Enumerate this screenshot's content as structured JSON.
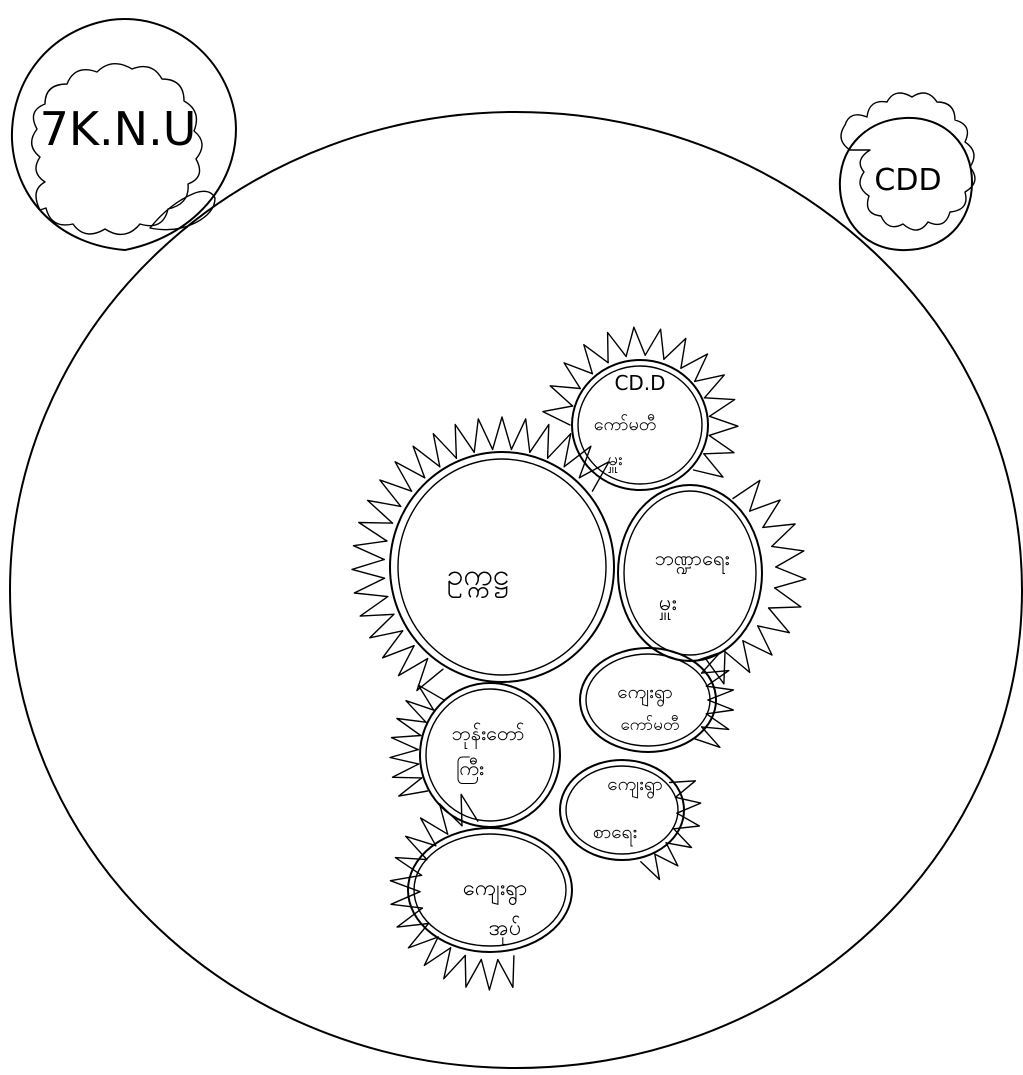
{
  "diagram": {
    "outer_label": "",
    "external": {
      "knu": {
        "label": "7K.N.U"
      },
      "cdd": {
        "label": "CDD"
      }
    },
    "internal": {
      "center": {
        "label": "ဥက္ကဋ္ဌ"
      },
      "top": {
        "line1": "CD.D",
        "line2": "ကော်မတီ",
        "line3": "မှူး"
      },
      "right_upper": {
        "line1": "ဘဏ္ဍာရေး",
        "line2": "မှူး"
      },
      "right_mid": {
        "line1": "ကျေးရွာ",
        "line2": "ကော်မတီ"
      },
      "right_lower": {
        "line1": "ကျေးရွာ",
        "line2": "စာရေး"
      },
      "left_mid": {
        "line1": "ဘုန်းတော်",
        "line2": "ကြီး"
      },
      "bottom": {
        "line1": "ကျေးရွာ",
        "line2": "အုပ်"
      }
    }
  }
}
